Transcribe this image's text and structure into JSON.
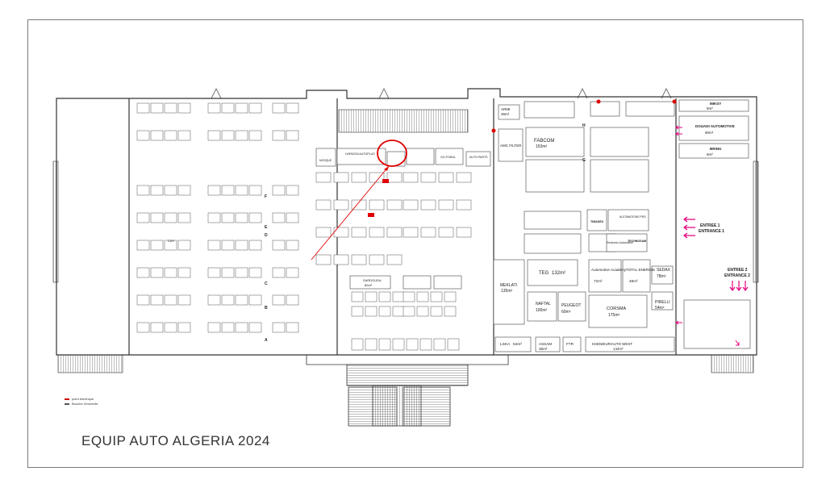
{
  "title": "EQUIP AUTO ALGERIA 2024",
  "legend": [
    "point électrique",
    "Bouche d'incendie"
  ],
  "hall_labels": [
    "A",
    "B",
    "C",
    "D",
    "E",
    "F",
    "G",
    "H"
  ],
  "entrances": [
    {
      "line1": "ENTREE 1",
      "line2": "ENTRANCE 1"
    },
    {
      "line1": "ENTREE 2",
      "line2": "ENTRANCE 2"
    }
  ],
  "booths": [
    {
      "name": "AR88",
      "area": "36m²"
    },
    {
      "name": "IMKSY",
      "area": "9m²"
    },
    {
      "name": "DOUADI AUTOMOTIVE",
      "area": "90m²"
    },
    {
      "name": "BRING",
      "area": "9m²"
    },
    {
      "name": "AMC FILTER",
      "area": ""
    },
    {
      "name": "FABCOM",
      "area": "153m²"
    },
    {
      "name": "HORIZON AUTOPLUS",
      "area": ""
    },
    {
      "name": "GO-FORAL",
      "area": ""
    },
    {
      "name": "AUTO PARTS",
      "area": ""
    },
    {
      "name": "MEKLATI",
      "area": "135m²"
    },
    {
      "name": "TEG",
      "area": "132m²"
    },
    {
      "name": "Automotive Academy",
      "area": "72m²"
    },
    {
      "name": "TOTAL ENERGIE",
      "area": "48m²"
    },
    {
      "name": "SEDAX",
      "area": "78m²"
    },
    {
      "name": "NAFTAL",
      "area": "100m²"
    },
    {
      "name": "PEUGEOT",
      "area": "60m²"
    },
    {
      "name": "CORSMA",
      "area": "175m²"
    },
    {
      "name": "PIRELLI",
      "area": "54m²"
    },
    {
      "name": "LSKA",
      "area": "54m²"
    },
    {
      "name": "ASSAM",
      "area": "36m²"
    },
    {
      "name": "FTR",
      "area": ""
    },
    {
      "name": "KHENIEUR/AUTO WEST",
      "area": "144m²"
    },
    {
      "name": "SARDOUDA",
      "area": "80m²"
    },
    {
      "name": "TIMADEX",
      "area": ""
    },
    {
      "name": "TECHNOSAM",
      "area": ""
    },
    {
      "name": "Electronic Automotive",
      "area": ""
    },
    {
      "name": "AUTOMATIONS PRO",
      "area": ""
    },
    {
      "name": "CDH",
      "area": ""
    },
    {
      "name": "MOSQUE",
      "area": ""
    }
  ],
  "colors": {
    "accent": "#e4007c",
    "highlight": "#e00000",
    "wall": "#333333"
  }
}
